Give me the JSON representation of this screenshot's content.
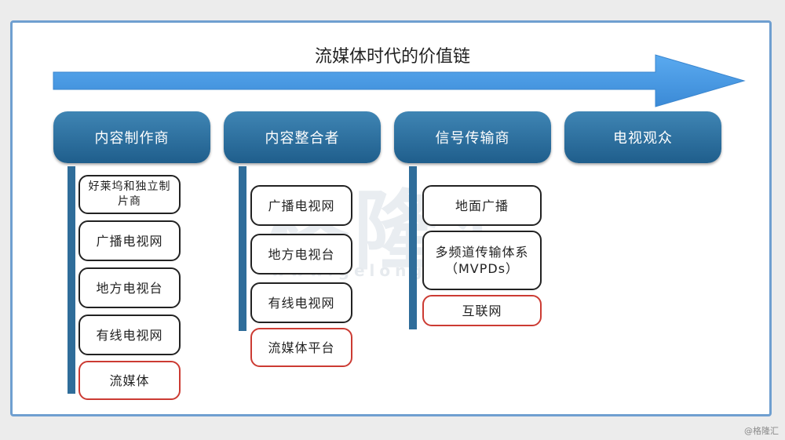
{
  "title": "流媒体时代的价值链",
  "watermark": {
    "main": "格隆汇",
    "sub": "www.gelonghui.com"
  },
  "credit": "@格隆汇",
  "columns": [
    {
      "header": "内容制作商",
      "items": [
        {
          "label": "好莱坞和独立制片商",
          "highlight": false
        },
        {
          "label": "广播电视网",
          "highlight": false
        },
        {
          "label": "地方电视台",
          "highlight": false
        },
        {
          "label": "有线电视网",
          "highlight": false
        },
        {
          "label": "流媒体",
          "highlight": true
        }
      ]
    },
    {
      "header": "内容整合者",
      "items": [
        {
          "label": "广播电视网",
          "highlight": false
        },
        {
          "label": "地方电视台",
          "highlight": false
        },
        {
          "label": "有线电视网",
          "highlight": false
        },
        {
          "label": "流媒体平台",
          "highlight": true
        }
      ]
    },
    {
      "header": "信号传输商",
      "items": [
        {
          "label": "地面广播",
          "highlight": false
        },
        {
          "label": "多频道传输体系（MVPDs）",
          "highlight": false
        },
        {
          "label": "互联网",
          "highlight": true
        }
      ]
    },
    {
      "header": "电视观众",
      "items": []
    }
  ],
  "colors": {
    "arrow": "#4a9be0",
    "header": "#2d6f9e",
    "highlight_border": "#cc3b33"
  }
}
